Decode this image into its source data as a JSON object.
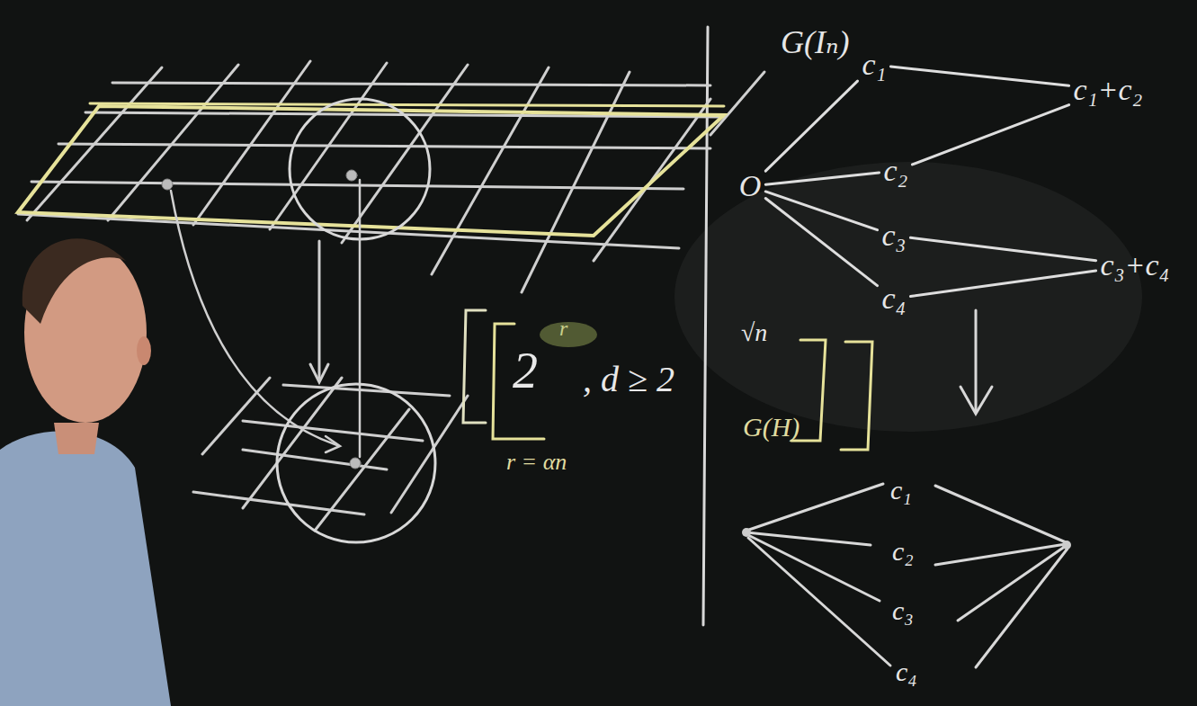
{
  "diagram": {
    "nodes": [
      {
        "text": [
          "O"
        ]
      },
      {
        "text": [
          "c₁"
        ]
      },
      {
        "text": [
          "c₂"
        ]
      },
      {
        "text": [
          "c₃"
        ]
      },
      {
        "text": [
          "c₄"
        ]
      },
      {
        "text": [
          "c₁+c₂"
        ]
      },
      {
        "text": [
          "c₃+c₄"
        ]
      }
    ],
    "edges": [
      {
        "from": 0,
        "to": 1,
        "arrow": "none"
      },
      {
        "from": 0,
        "to": 2,
        "arrow": "none"
      },
      {
        "from": 0,
        "to": 3,
        "arrow": "none"
      },
      {
        "from": 0,
        "to": 4,
        "arrow": "none"
      },
      {
        "from": 1,
        "to": 5,
        "arrow": "none"
      },
      {
        "from": 2,
        "to": 5,
        "arrow": "none"
      },
      {
        "from": 3,
        "to": 6,
        "arrow": "none"
      },
      {
        "from": 4,
        "to": 6,
        "arrow": "none"
      }
    ],
    "labels": [
      "G(Iₙ)",
      "2",
      "r",
      ", d ≥ 2",
      "√n",
      "G(H)",
      "r = αn",
      "c₁",
      "c₂",
      "c₃",
      "c₄"
    ]
  }
}
